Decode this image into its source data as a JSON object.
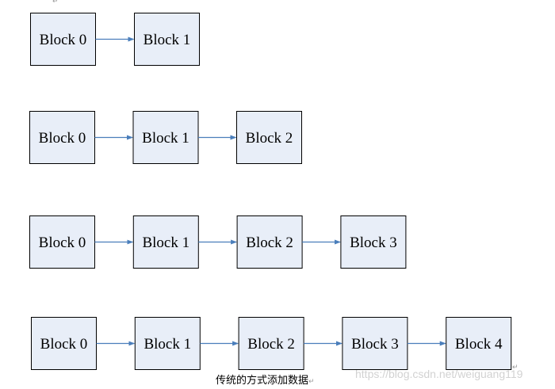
{
  "diagram": {
    "rows": [
      {
        "blocks": [
          "Block  0",
          "Block  1"
        ]
      },
      {
        "blocks": [
          "Block  0",
          "Block  1",
          "Block  2"
        ]
      },
      {
        "blocks": [
          "Block  0",
          "Block  1",
          "Block  2",
          "Block  3"
        ]
      },
      {
        "blocks": [
          "Block  0",
          "Block  1",
          "Block  2",
          "Block  3",
          "Block  4"
        ]
      }
    ],
    "colors": {
      "block_fill": "#e8eef8",
      "block_border": "#000000",
      "arrow": "#4a7ebb",
      "text": "#000000"
    }
  },
  "caption": "传统的方式添加数据",
  "watermark": "https://blog.csdn.net/weiguang119",
  "paragraph_mark": "↵"
}
